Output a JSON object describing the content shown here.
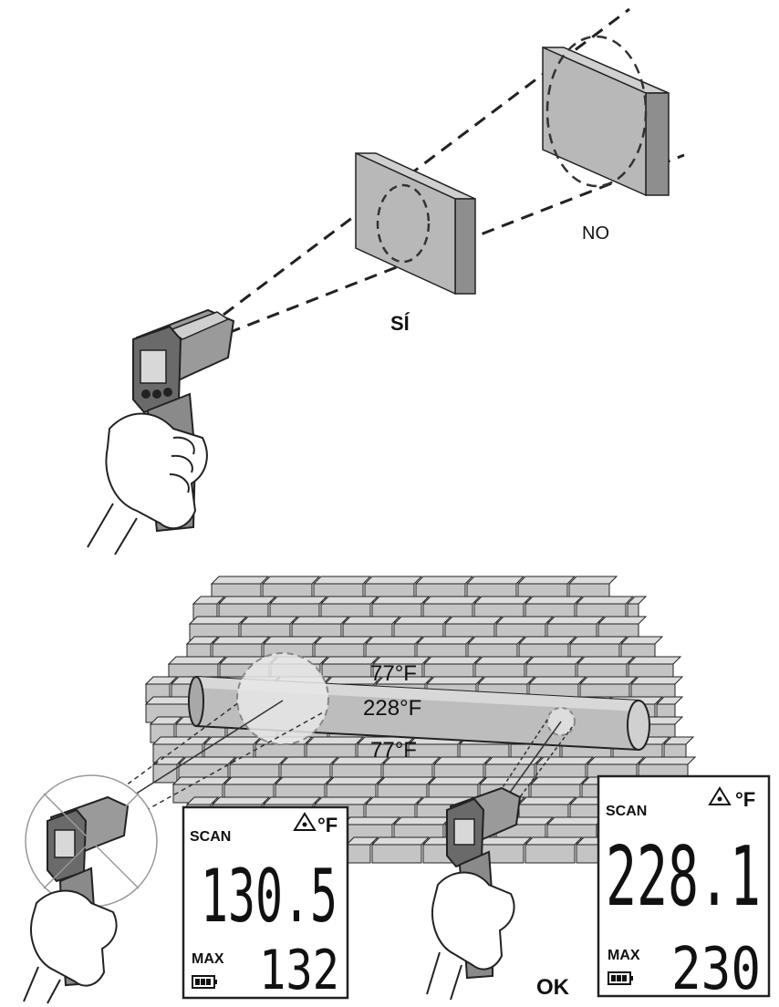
{
  "labels": {
    "yes": "SÍ",
    "no": "NO",
    "ok": "OK"
  },
  "pipe_readings": {
    "top": "77°F",
    "middle": "228°F",
    "bottom": "77°F"
  },
  "display_left": {
    "mode": "SCAN",
    "unit": "°F",
    "reading": "130.5",
    "max_label": "MAX",
    "max_value": "132"
  },
  "display_right": {
    "mode": "SCAN",
    "unit": "°F",
    "reading": "228.1",
    "max_label": "MAX",
    "max_value": "230"
  },
  "colors": {
    "target_fill": "#b8b8b8",
    "target_side": "#8e8e8e",
    "brick": "#c4c4c4",
    "pipe": "#bdbdbd",
    "outline": "#222222"
  }
}
